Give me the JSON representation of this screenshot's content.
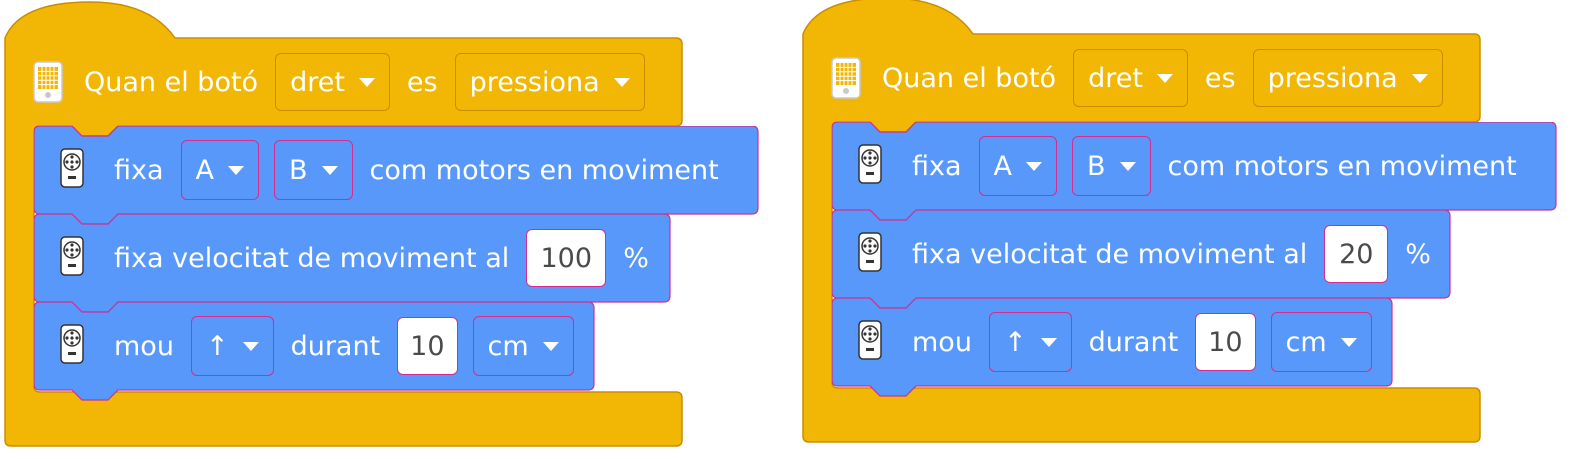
{
  "colors": {
    "event_block": "#f2b705",
    "event_block_border": "#c98d00",
    "motor_block": "#5898fb",
    "motor_block_border": "#d22d8f",
    "field_background": "#ffffff",
    "text": "#ffffff",
    "field_text": "#4a4a4a"
  },
  "icons": {
    "hub": "hub-icon",
    "remote": "remote-control-icon",
    "dropdown": "chevron-down-icon"
  },
  "scripts": [
    {
      "event": {
        "prefix": "Quan el botó",
        "button": "dret",
        "middle": "es",
        "action": "pressiona"
      },
      "motor_pair": {
        "label": "fixa",
        "port1": "A",
        "port2": "B",
        "suffix": "com motors en moviment"
      },
      "speed": {
        "label": "fixa velocitat de moviment al",
        "value": "100",
        "unit": "%"
      },
      "move": {
        "label": "mou",
        "direction": "↑",
        "connector": "durant",
        "amount": "10",
        "unit": "cm"
      }
    },
    {
      "event": {
        "prefix": "Quan el botó",
        "button": "dret",
        "middle": "es",
        "action": "pressiona"
      },
      "motor_pair": {
        "label": "fixa",
        "port1": "A",
        "port2": "B",
        "suffix": "com motors en moviment"
      },
      "speed": {
        "label": "fixa velocitat de moviment al",
        "value": "20",
        "unit": "%"
      },
      "move": {
        "label": "mou",
        "direction": "↑",
        "connector": "durant",
        "amount": "10",
        "unit": "cm"
      }
    }
  ]
}
